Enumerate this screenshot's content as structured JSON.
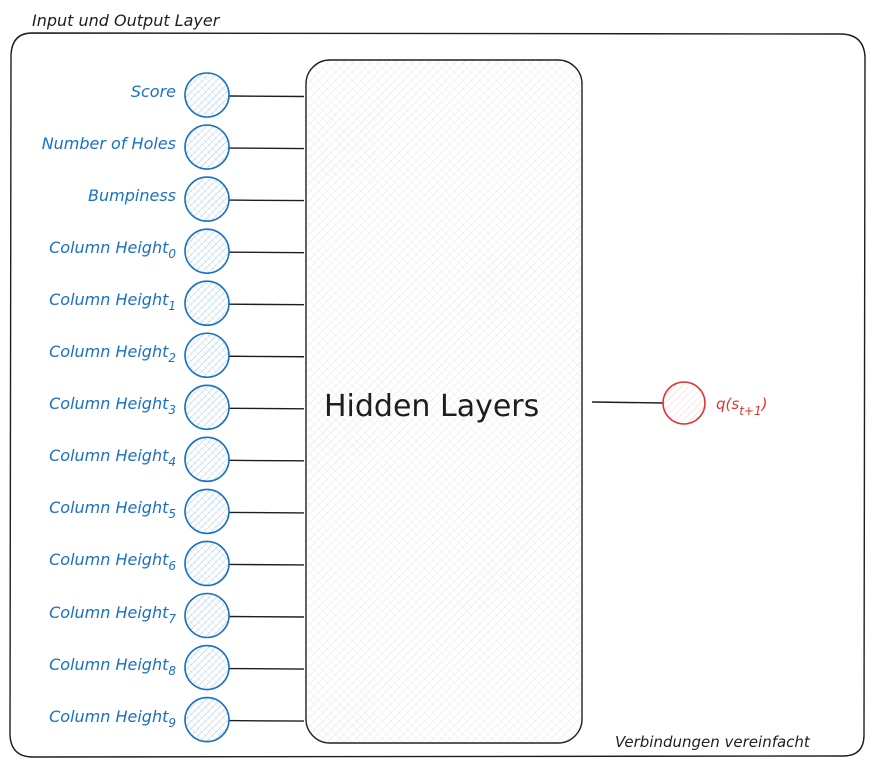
{
  "frame": {
    "title": "Input und Output Layer",
    "footer_note": "Verbindungen vereinfacht"
  },
  "hidden": {
    "label": "Hidden Layers"
  },
  "output": {
    "label_main": "q(s",
    "label_sub": "t+1",
    "label_close": ")"
  },
  "inputs": [
    {
      "label": "Score",
      "sub": ""
    },
    {
      "label": "Number of Holes",
      "sub": ""
    },
    {
      "label": "Bumpiness",
      "sub": ""
    },
    {
      "label": "Column Height",
      "sub": "0"
    },
    {
      "label": "Column Height",
      "sub": "1"
    },
    {
      "label": "Column Height",
      "sub": "2"
    },
    {
      "label": "Column Height",
      "sub": "3"
    },
    {
      "label": "Column Height",
      "sub": "4"
    },
    {
      "label": "Column Height",
      "sub": "5"
    },
    {
      "label": "Column Height",
      "sub": "6"
    },
    {
      "label": "Column Height",
      "sub": "7"
    },
    {
      "label": "Column Height",
      "sub": "8"
    },
    {
      "label": "Column Height",
      "sub": "9"
    }
  ],
  "colors": {
    "input": "#1971c2",
    "input_fill": "#a5d8ff",
    "output": "#e03131",
    "output_fill": "#ffc9c9",
    "stroke": "#1e1e1e",
    "hidden_fill": "#ced4da"
  }
}
